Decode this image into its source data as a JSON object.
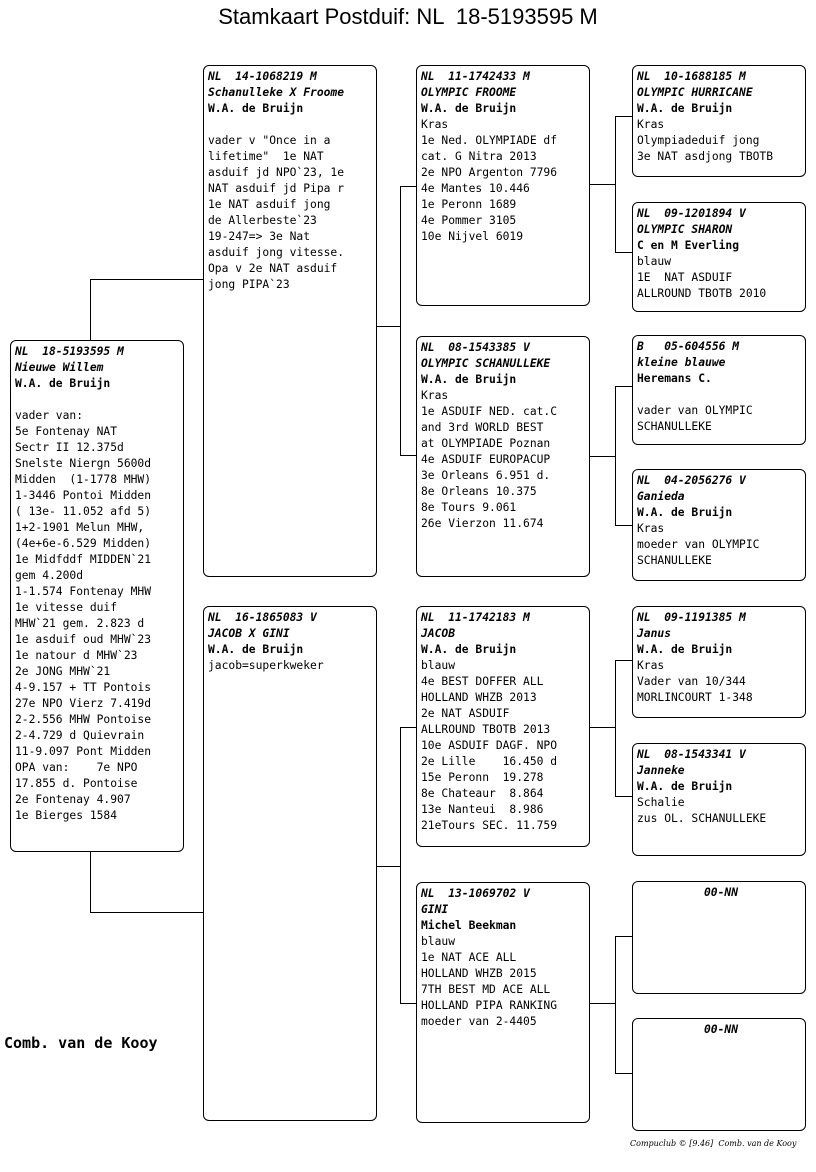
{
  "title": "Stamkaart Postduif: NL  18-5193595 M",
  "owner": "Comb. van de Kooy",
  "footer": "Compuclub © [9.46]  Comb. van de Kooy",
  "cards": {
    "subject": {
      "ring": "NL  18-5193595 M",
      "name": "Nieuwe Willem",
      "breeder": "W.A. de Bruijn",
      "notes": [
        "",
        "vader van:",
        "5e Fontenay NAT",
        "Sectr II 12.375d",
        "Snelste Niergn 5600d",
        "Midden  (1-1778 MHW)",
        "1-3446 Pontoi Midden",
        "( 13e- 11.052 afd 5)",
        "1+2-1901 Melun MHW,",
        "(4e+6e-6.529 Midden)",
        "1e Midfddf MIDDEN`21",
        "gem 4.200d",
        "1-1.574 Fontenay MHW",
        "1e vitesse duif",
        "MHW`21 gem. 2.823 d",
        "1e asduif oud MHW`23",
        "1e natour d MHW`23",
        "2e JONG MHW`21",
        "4-9.157 + TT Pontois",
        "27e NPO Vierz 7.419d",
        "2-2.556 MHW Pontoise",
        "2-4.729 d Quievrain",
        "11-9.097 Pont Midden",
        "OPA van:    7e NPO",
        "17.855 d. Pontoise",
        "2e Fontenay 4.907",
        "1e Bierges 1584"
      ]
    },
    "sire": {
      "ring": "NL  14-1068219 M",
      "name": "Schanulleke X Froome",
      "breeder": "W.A. de Bruijn",
      "notes": [
        "",
        "vader v \"Once in a",
        "lifetime\"  1e NAT",
        "asduif jd NPO`23, 1e",
        "NAT asduif jd Pipa r",
        "1e NAT asduif jong",
        "de Allerbeste`23",
        "19-247=> 3e Nat",
        "asduif jong vitesse.",
        "Opa v 2e NAT asduif",
        "jong PIPA`23"
      ]
    },
    "dam": {
      "ring": "NL  16-1865083 V",
      "name": "JACOB X GINI",
      "breeder": "W.A. de Bruijn",
      "notes": [
        "jacob=superkweker"
      ]
    },
    "ss": {
      "ring": "NL  11-1742433 M",
      "name": "OLYMPIC FROOME",
      "breeder": "W.A. de Bruijn",
      "notes": [
        "Kras",
        "1e Ned. OLYMPIADE df",
        "cat. G Nitra 2013",
        "2e NPO Argenton 7796",
        "4e Mantes 10.446",
        "1e Peronn 1689",
        "4e Pommer 3105",
        "10e Nijvel 6019"
      ]
    },
    "sd": {
      "ring": "NL  08-1543385 V",
      "name": "OLYMPIC SCHANULLEKE",
      "breeder": "W.A. de Bruijn",
      "notes": [
        "Kras",
        "1e ASDUIF NED. cat.C",
        "and 3rd WORLD BEST",
        "at OLYMPIADE Poznan",
        "4e ASDUIF EUROPACUP",
        "3e Orleans 6.951 d.",
        "8e Orleans 10.375",
        "8e Tours 9.061",
        "26e Vierzon 11.674"
      ]
    },
    "ds": {
      "ring": "NL  11-1742183 M",
      "name": "JACOB",
      "breeder": "W.A. de Bruijn",
      "notes": [
        "blauw",
        "4e BEST DOFFER ALL",
        "HOLLAND WHZB 2013",
        "2e NAT ASDUIF",
        "ALLROUND TBOTB 2013",
        "10e ASDUIF DAGF. NPO",
        "2e Lille    16.450 d",
        "15e Peronn  19.278",
        "8e Chateaur  8.864",
        "13e Nanteui  8.986",
        "21eTours SEC. 11.759"
      ]
    },
    "dd": {
      "ring": "NL  13-1069702 V",
      "name": "GINI",
      "breeder": "Michel Beekman",
      "notes": [
        "blauw",
        "1e NAT ACE ALL",
        "HOLLAND WHZB 2015",
        "7TH BEST MD ACE ALL",
        "HOLLAND PIPA RANKING",
        "moeder van 2-4405"
      ]
    },
    "sss": {
      "ring": "NL  10-1688185 M",
      "name": "OLYMPIC HURRICANE",
      "breeder": "W.A. de Bruijn",
      "notes": [
        "Kras",
        "Olympiadeduif jong",
        "3e NAT asdjong TBOTB"
      ]
    },
    "ssd": {
      "ring": "NL  09-1201894 V",
      "name": "OLYMPIC SHARON",
      "breeder": "C en M Everling",
      "notes": [
        "blauw",
        "1E  NAT ASDUIF",
        "ALLROUND TBOTB 2010"
      ]
    },
    "sds": {
      "ring": "B   05-604556 M",
      "name": "kleine blauwe",
      "breeder": "Heremans C.",
      "notes": [
        "",
        "vader van OLYMPIC",
        "SCHANULLEKE"
      ]
    },
    "sdd": {
      "ring": "NL  04-2056276 V",
      "name": "Ganieda",
      "breeder": "W.A. de Bruijn",
      "notes": [
        "Kras",
        "moeder van OLYMPIC",
        "SCHANULLEKE"
      ]
    },
    "dss": {
      "ring": "NL  09-1191385 M",
      "name": "Janus",
      "breeder": "W.A. de Bruijn",
      "notes": [
        "Kras",
        "Vader van 10/344",
        "MORLINCOURT 1-348"
      ]
    },
    "dsd": {
      "ring": "NL  08-1543341 V",
      "name": "Janneke",
      "breeder": "W.A. de Bruijn",
      "notes": [
        "Schalie",
        "zus OL. SCHANULLEKE"
      ]
    },
    "dds": {
      "ring": "00-NN",
      "name": "",
      "breeder": "",
      "notes": []
    },
    "ddd": {
      "ring": "00-NN",
      "name": "",
      "breeder": "",
      "notes": []
    }
  }
}
